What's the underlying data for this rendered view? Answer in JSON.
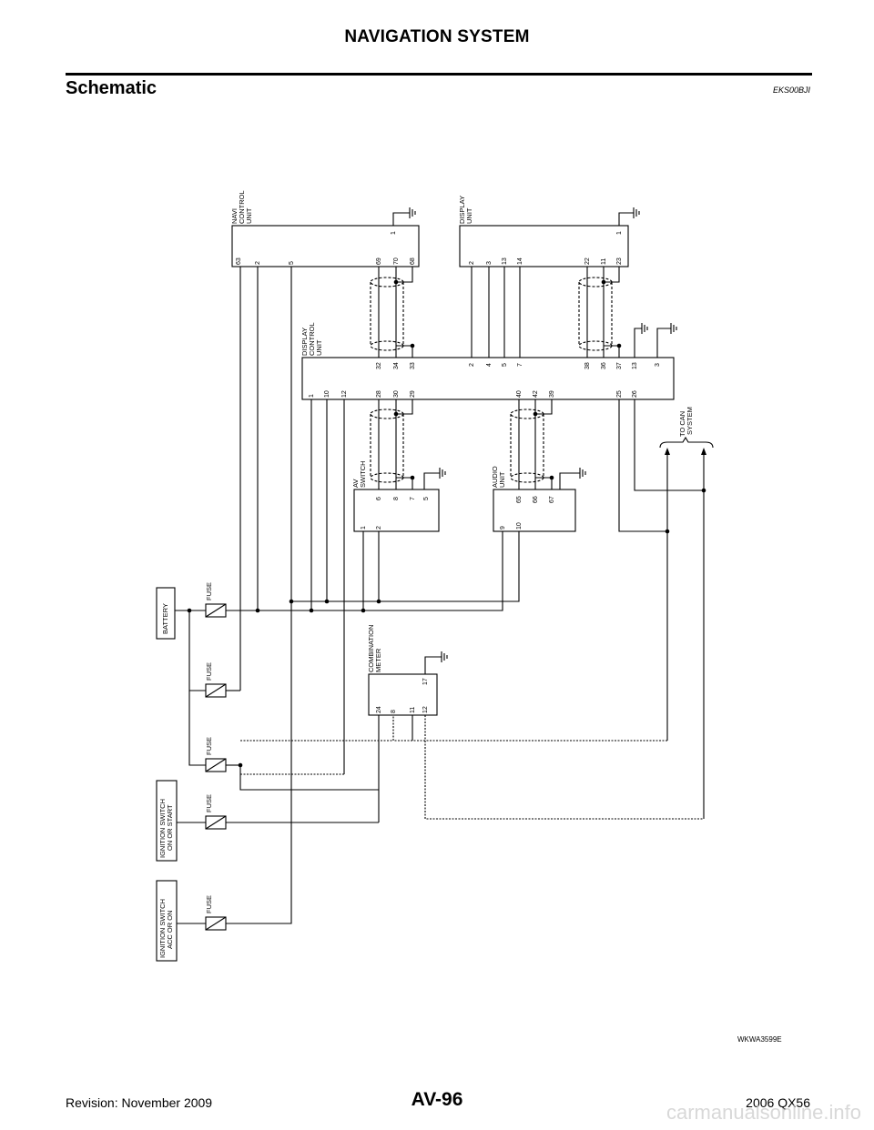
{
  "header": {
    "title": "NAVIGATION SYSTEM"
  },
  "section": {
    "title": "Schematic",
    "code": "EKS00BJI"
  },
  "components": {
    "navi": [
      "NAVI",
      "CONTROL",
      "UNIT"
    ],
    "display_unit": [
      "DISPLAY",
      "UNIT"
    ],
    "display_control": [
      "DISPLAY",
      "CONTROL",
      "UNIT"
    ],
    "av_switch": [
      "AV",
      "SWITCH"
    ],
    "audio_unit": [
      "AUDIO",
      "UNIT"
    ],
    "can": [
      "TO CAN",
      "SYSTEM"
    ],
    "combination_meter": [
      "COMBINATION",
      "METER"
    ],
    "battery": "BATTERY",
    "ign_on": [
      "IGNITION SWITCH",
      "ON OR START"
    ],
    "ign_acc": [
      "IGNITION SWITCH",
      "ACC OR ON"
    ],
    "fuse": "FUSE"
  },
  "pins": {
    "navi": [
      "63",
      "2",
      "5",
      "69",
      "70",
      "68",
      "1"
    ],
    "display_unit": [
      "2",
      "3",
      "13",
      "14",
      "22",
      "11",
      "23",
      "1"
    ],
    "dcu_top": [
      "32",
      "34",
      "33",
      "2",
      "4",
      "5",
      "7",
      "38",
      "36",
      "37",
      "13",
      "3"
    ],
    "dcu_bottom": [
      "1",
      "10",
      "12",
      "28",
      "30",
      "29",
      "40",
      "42",
      "39",
      "25",
      "26"
    ],
    "av_top": [
      "6",
      "8",
      "7",
      "5"
    ],
    "av_bottom": [
      "1",
      "2"
    ],
    "audio_top": [
      "65",
      "66",
      "67"
    ],
    "audio_bottom": [
      "9",
      "10"
    ],
    "meter_bottom": [
      "24",
      "8",
      "11",
      "12"
    ],
    "meter_top": [
      "17"
    ]
  },
  "figure": {
    "code": "WKWA3599E"
  },
  "footer": {
    "left": "Revision: November 2009",
    "center": "AV-96",
    "right": "2006 QX56"
  },
  "watermark": "carmanualsonline.info"
}
